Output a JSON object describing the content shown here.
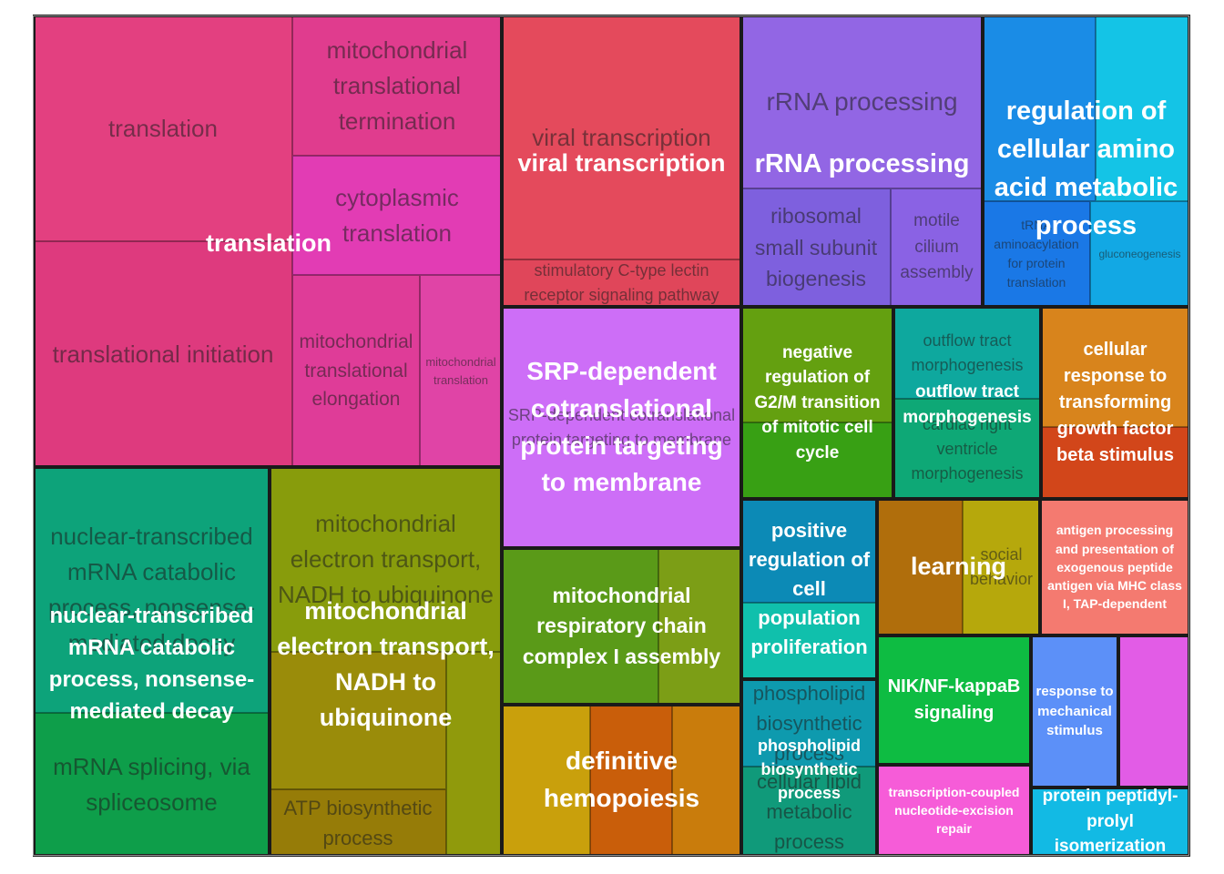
{
  "chart_data": {
    "type": "treemap",
    "groups": [
      {
        "name": "translation",
        "color": "#E04080",
        "terms": [
          {
            "label": "translation",
            "color": "#E34080"
          },
          {
            "label": "translational initiation",
            "color": "#DE3A7E"
          },
          {
            "label": "mitochondrial translational termination",
            "color": "#E03C8E"
          },
          {
            "label": "cytoplasmic translation",
            "color": "#E23CB4"
          },
          {
            "label": "mitochondrial translational elongation",
            "color": "#DF3C98"
          },
          {
            "label": "mitochondrial translation",
            "color": "#E044A6"
          }
        ]
      },
      {
        "name": "viral transcription",
        "color": "#E44A5C",
        "terms": [
          {
            "label": "viral transcription",
            "color": "#E44A5C"
          },
          {
            "label": "stimulatory C-type lectin receptor signaling pathway",
            "color": "#E0465A"
          }
        ]
      },
      {
        "name": "rRNA processing",
        "color": "#9068E0",
        "terms": [
          {
            "label": "rRNA processing",
            "color": "#9266E4"
          },
          {
            "label": "ribosomal small subunit biogenesis",
            "color": "#7E60DE"
          },
          {
            "label": "motile cilium assembly",
            "color": "#8A62E4"
          }
        ]
      },
      {
        "name": "regulation of cellular amino acid metabolic process",
        "color": "#1A8AE0",
        "terms": [
          {
            "label": "",
            "color": "#1A8CE6"
          },
          {
            "label": "",
            "color": "#14C4E6"
          },
          {
            "label": "tRNA aminoacylation for protein translation",
            "color": "#1A78E6"
          },
          {
            "label": "gluconeogenesis",
            "color": "#12A8E4"
          }
        ]
      },
      {
        "name": "nuclear-transcribed mRNA catabolic process, nonsense-mediated decay",
        "color": "#0CA478",
        "terms": [
          {
            "label": "nuclear-transcribed mRNA catabolic process, nonsense-mediated decay",
            "color": "#0DA37A"
          },
          {
            "label": "mRNA splicing, via spliceosome",
            "color": "#0E9E4A"
          }
        ]
      },
      {
        "name": "mitochondrial electron transport, NADH to ubiquinone",
        "color": "#8C9A10",
        "terms": [
          {
            "label": "mitochondrial electron transport, NADH to ubiquinone",
            "color": "#889C0C"
          },
          {
            "label": "",
            "color": "#9A8C0A"
          },
          {
            "label": "",
            "color": "#909A0C"
          },
          {
            "label": "ATP biosynthetic process",
            "color": "#967C08"
          }
        ]
      },
      {
        "name": "SRP-dependent cotranslational protein targeting to membrane",
        "color": "#CE6EF6",
        "terms": [
          {
            "label": "SRP-dependent cotranslational protein targeting to membrane",
            "color": "#CD6EF7"
          }
        ]
      },
      {
        "name": "mitochondrial respiratory chain complex I assembly",
        "color": "#5A9C14",
        "terms": [
          {
            "label": "",
            "color": "#5A9A18"
          },
          {
            "label": "",
            "color": "#7C9E16"
          }
        ]
      },
      {
        "name": "definitive hemopoiesis",
        "color": "#D08A10",
        "terms": [
          {
            "label": "",
            "color": "#C9A00C"
          },
          {
            "label": "",
            "color": "#C95E0A"
          },
          {
            "label": "",
            "color": "#C97C0C"
          }
        ]
      },
      {
        "name": "negative regulation of G2/M transition of mitotic cell cycle",
        "color": "#4AA010",
        "terms": [
          {
            "label": "",
            "color": "#64A010"
          },
          {
            "label": "",
            "color": "#38A014"
          }
        ]
      },
      {
        "name": "outflow tract morphogenesis",
        "color": "#10A890",
        "terms": [
          {
            "label": "outflow tract morphogenesis",
            "color": "#0EA89E"
          },
          {
            "label": "cardiac right ventricle morphogenesis",
            "color": "#0EA876"
          }
        ]
      },
      {
        "name": "cellular response to transforming growth factor beta stimulus",
        "color": "#D8741A",
        "terms": [
          {
            "label": "",
            "color": "#D8841C"
          },
          {
            "label": "",
            "color": "#D2461A"
          }
        ]
      },
      {
        "name": "positive regulation of cell population proliferation",
        "color": "#0C9AC0",
        "terms": [
          {
            "label": "",
            "color": "#0C8AB6"
          },
          {
            "label": "",
            "color": "#10C0AC"
          }
        ]
      },
      {
        "name": "learning",
        "color": "#B2780C",
        "terms": [
          {
            "label": "",
            "color": "#B06E0C"
          },
          {
            "label": "social behavior",
            "color": "#B6A80C"
          }
        ]
      },
      {
        "name": "antigen processing and presentation of exogenous peptide antigen via MHC class I, TAP-dependent",
        "color": "#F27A70",
        "terms": [
          {
            "label": "",
            "color": "#F47A70"
          }
        ]
      },
      {
        "name": "phospholipid biosynthetic process",
        "color": "#0C9A9A",
        "terms": [
          {
            "label": "phospholipid biosynthetic process",
            "color": "#0E9AAE"
          },
          {
            "label": "cellular lipid metabolic process",
            "color": "#109A7A"
          }
        ]
      },
      {
        "name": "NIK/NF-kappaB signaling",
        "color": "#0EBA40",
        "terms": [
          {
            "label": "",
            "color": "#0EBC42"
          }
        ]
      },
      {
        "name": "response to mechanical stimulus",
        "color": "#5C90F6",
        "terms": [
          {
            "label": "",
            "color": "#5C90F8"
          }
        ]
      },
      {
        "name": "",
        "color": "#E25CE4",
        "terms": [
          {
            "label": "",
            "color": "#E25CE6"
          }
        ]
      },
      {
        "name": "transcription-coupled nucleotide-excision repair",
        "color": "#F45CD6",
        "terms": [
          {
            "label": "",
            "color": "#F65CD8"
          }
        ]
      },
      {
        "name": "protein peptidyl-prolyl isomerization",
        "color": "#10B8E0",
        "terms": [
          {
            "label": "",
            "color": "#12BAE4"
          }
        ]
      }
    ]
  }
}
